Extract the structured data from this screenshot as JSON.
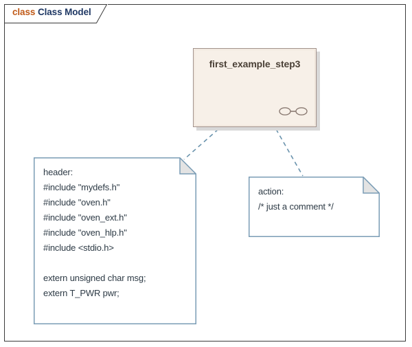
{
  "diagram": {
    "title_tab": {
      "keyword": "class",
      "name": "Class Model",
      "keyword_color": "#c05a18",
      "name_color": "#1f3864"
    },
    "frame_border_color": "#3a3a3a",
    "background": "#ffffff"
  },
  "class_element": {
    "name": "first_example_step3",
    "fill_color": "#f7f0e8",
    "border_color": "#a08f88",
    "title_color": "#4a4036",
    "shadow_color": "#d8d8d8",
    "icon": "link-ellipses-icon"
  },
  "notes": [
    {
      "id": "note-header",
      "name": "header-note",
      "fold_fill": "#e3e3e3",
      "border_color": "#7a9cb5",
      "text": "header:\n#include \"mydefs.h\"\n#include \"oven.h\"\n#include \"oven_ext.h\"\n#include \"oven_hlp.h\"\n#include <stdio.h>\n\nextern unsigned char msg;\nextern T_PWR pwr;"
    },
    {
      "id": "note-action",
      "name": "action-note",
      "fold_fill": "#e3e3e3",
      "border_color": "#7a9cb5",
      "text": "action:\n/* just a comment */"
    }
  ],
  "connectors": {
    "line_color": "#6a93ad",
    "style": "dashed",
    "links": [
      {
        "from": "class_element",
        "to": "note-header"
      },
      {
        "from": "class_element",
        "to": "note-action"
      }
    ]
  }
}
